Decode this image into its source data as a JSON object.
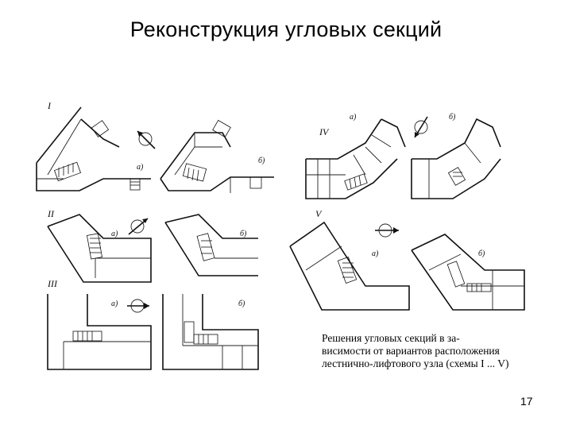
{
  "slide": {
    "title": "Реконструкция угловых секций",
    "page_number": "17"
  },
  "figure": {
    "scheme_numerals": [
      "I",
      "II",
      "III",
      "IV",
      "V"
    ],
    "variant_labels": {
      "a": "а)",
      "b": "б)"
    },
    "caption_lines": [
      "Решения угловых секций в за-",
      "висимости от вариантов расположения",
      "лестнично-лифтового узла (схемы I ... V)"
    ]
  }
}
